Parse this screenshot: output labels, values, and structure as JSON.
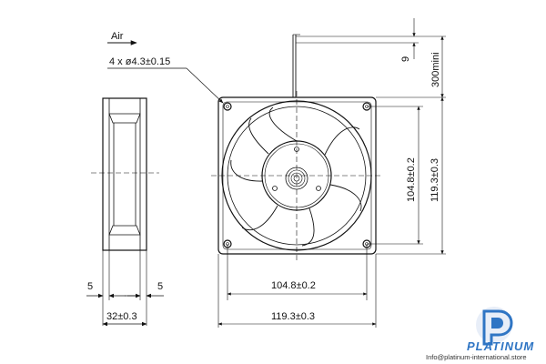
{
  "labels": {
    "airflow": "Air",
    "mount_holes": "4 x ø4.3±0.15",
    "lead_strip": "9",
    "lead_length": "300mini",
    "hole_spacing_v": "104.8±0.2",
    "frame_height": "119.3±0.3",
    "hole_spacing_h": "104.8±0.2",
    "frame_width": "119.3±0.3",
    "flange_left": "5",
    "flange_right": "5",
    "depth": "32±0.3"
  },
  "brand": {
    "name": "PLATINUM",
    "contact": "Info@platinum-international.store",
    "logo_letter": "P",
    "color": "#2f75c4"
  },
  "colors": {
    "line": "#111111",
    "background": "#ffffff"
  }
}
